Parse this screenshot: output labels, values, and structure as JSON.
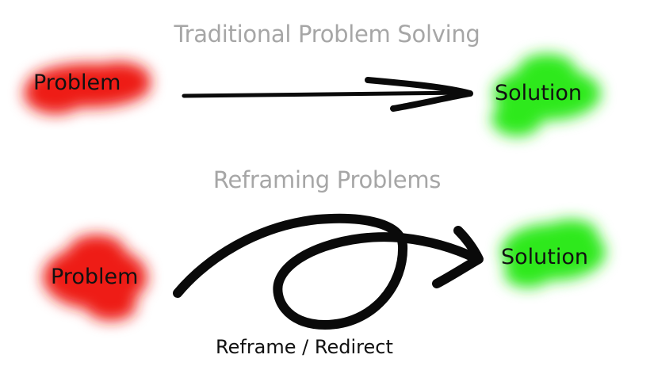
{
  "headings": {
    "traditional": "Traditional Problem Solving",
    "reframing": "Reframing Problems"
  },
  "traditional": {
    "problem": "Problem",
    "solution": "Solution"
  },
  "reframing": {
    "problem": "Problem",
    "solution": "Solution",
    "path_label": "Reframe / Redirect"
  },
  "colors": {
    "problem_blob": "#ee1c12",
    "solution_blob": "#2ee91a",
    "heading_text": "#a6a6a6",
    "label_text": "#111111",
    "arrow": "#0a0a0a"
  }
}
